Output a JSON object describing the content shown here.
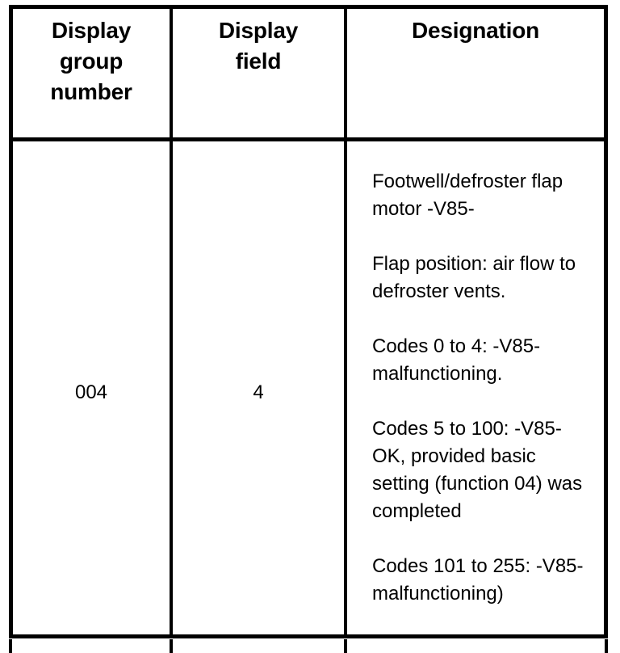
{
  "document": {
    "type": "table",
    "title": "Display group 004 readings table"
  },
  "table": {
    "columns": [
      {
        "id": "display-group-number",
        "header_lines": [
          "Display",
          "group",
          "number"
        ]
      },
      {
        "id": "display-field",
        "header_lines": [
          "Display",
          "field"
        ]
      },
      {
        "id": "designation",
        "header_lines": [
          "Designation"
        ]
      }
    ],
    "rows": [
      {
        "display_group_number": "004",
        "display_field": "4",
        "designation_paragraphs": [
          "Footwell/defroster flap motor -V85-",
          "Flap position: air flow to defroster vents.",
          "Codes 0 to 4: -V85- malfunctioning.",
          "Codes 5 to 100: -V85- OK, provided basic setting (function 04) was completed",
          "Codes 101 to 255: -V85- malfunctioning)"
        ]
      }
    ]
  },
  "style": {
    "border_color": "#000000",
    "text_color": "#000000",
    "background_color": "#ffffff"
  }
}
